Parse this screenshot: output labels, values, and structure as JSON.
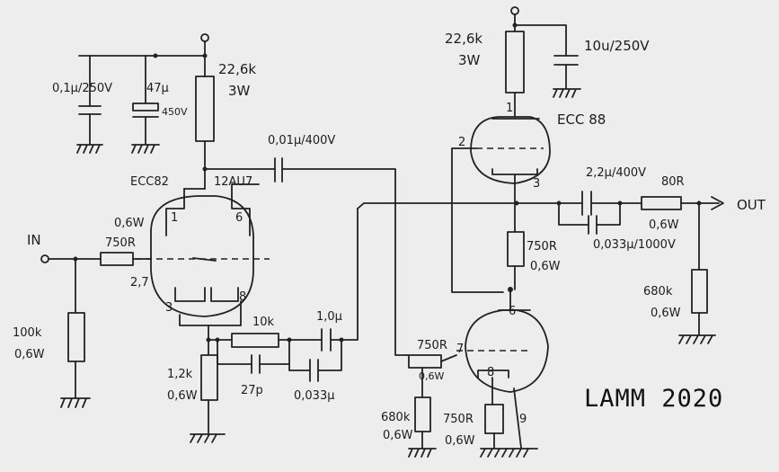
{
  "labels": {
    "c_01": "0,1μ/250V",
    "c_47": "47μ",
    "c_47_v": "450V",
    "r_top1": "22,6k",
    "r_top1_w": "3W",
    "c_coupling": "0,01μ/400V",
    "ecc82": "ECC82",
    "au7": "12AU7",
    "pin_1": "1",
    "pin_6": "6",
    "w06_a": "0,6W",
    "in": "IN",
    "r_in": "750R",
    "pin_27": "2,7",
    "pin_3a": "3",
    "pin_8a": "8",
    "r_gnd_in": "100k",
    "r_gnd_in_w": "0,6W",
    "r_10k": "10k",
    "c_1u": "1,0μ",
    "r_12k": "1,2k",
    "r_12k_w": "0,6W",
    "c_27p": "27p",
    "c_033": "0,033μ",
    "r_top2": "22,6k",
    "r_top2_w": "3W",
    "c_10u": "10u/250V",
    "ecc88": "ECC 88",
    "pin_1b": "1",
    "pin_2b": "2",
    "pin_3b": "3",
    "c_22u": "2,2μ/400V",
    "r_80": "80R",
    "r_80_w": "0,6W",
    "out": "OUT",
    "c_0033b": "0,033μ/1000V",
    "r_750b": "750R",
    "r_750b_w": "0,6W",
    "r_680k_out": "680k",
    "r_680k_out_w": "0,6W",
    "pin_6b": "6",
    "r_750c": "750R",
    "pin_7b": "7",
    "r_750c_w": "0,6W",
    "pin_8b": "8",
    "r_680k_g": "680k",
    "r_680k_g_w": "0,6W",
    "r_750d": "750R",
    "r_750d_w": "0,6W",
    "pin_9b": "9",
    "signature": "LAMM 2020"
  },
  "icons": [
    "ground-icon",
    "supply-terminal-icon",
    "output-arrow-icon"
  ]
}
